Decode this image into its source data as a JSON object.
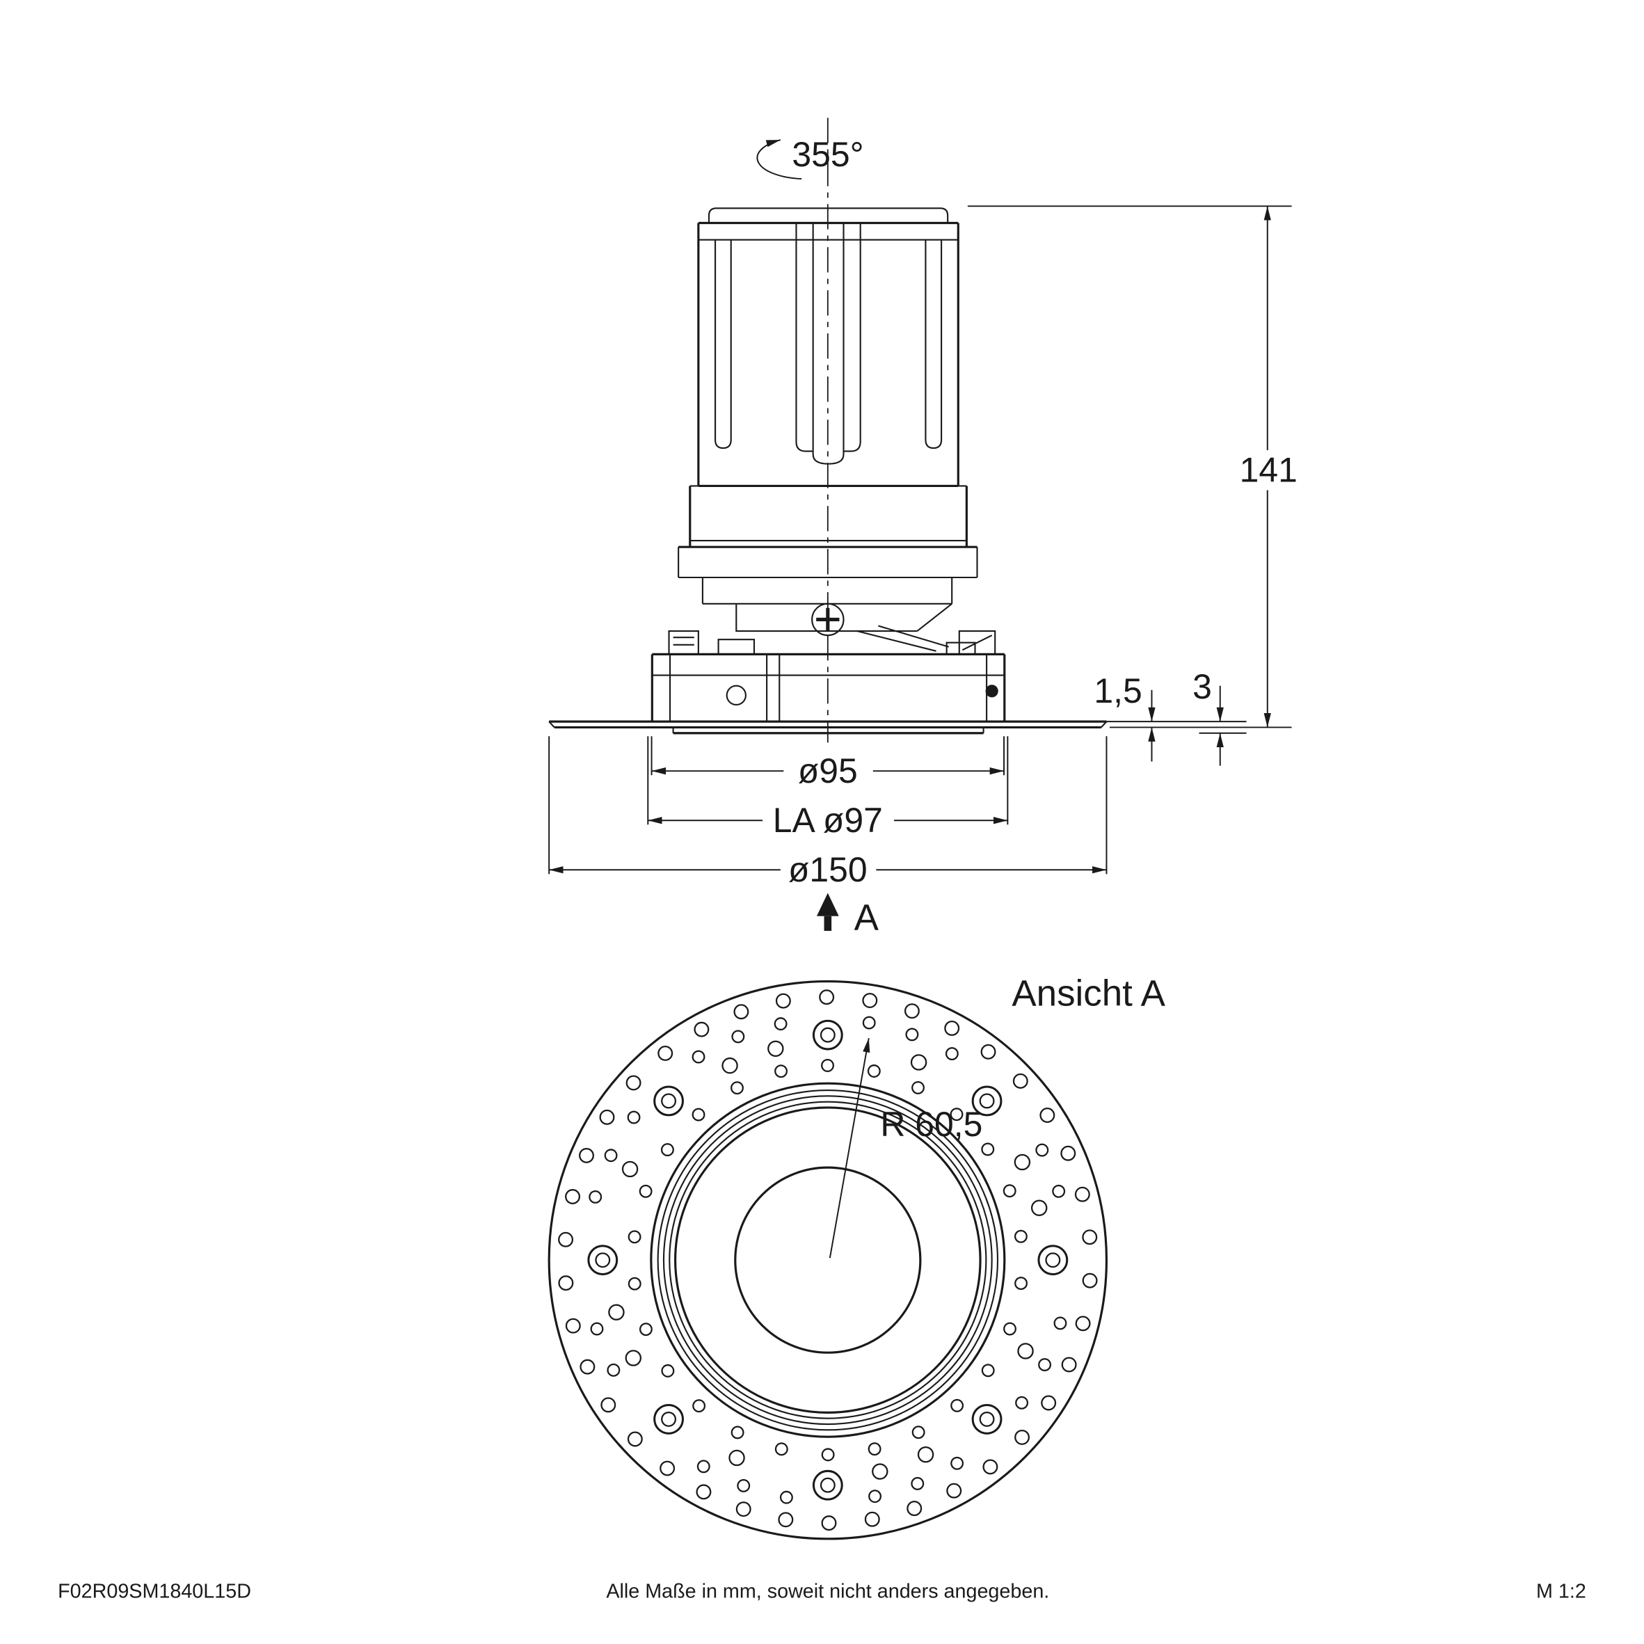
{
  "colors": {
    "line": "#1a1a1a",
    "background": "#ffffff"
  },
  "side_view": {
    "rotation_angle": "355°",
    "dim_height": "141",
    "dim_flange_thickness": "1,5",
    "dim_recess_protrusion": "3",
    "dim_trim_diameter": "ø95",
    "dim_cutout_diameter": "LA ø97",
    "dim_flange_diameter": "ø150",
    "section_arrow_label": "A"
  },
  "front_view": {
    "title": "Ansicht A",
    "dim_hole_circle_radius": "R 60,5"
  },
  "footer": {
    "article_number": "F02R09SM1840L15D",
    "dimension_note": "Alle Maße in mm, soweit nicht anders angegeben.",
    "scale": "M 1:2"
  }
}
